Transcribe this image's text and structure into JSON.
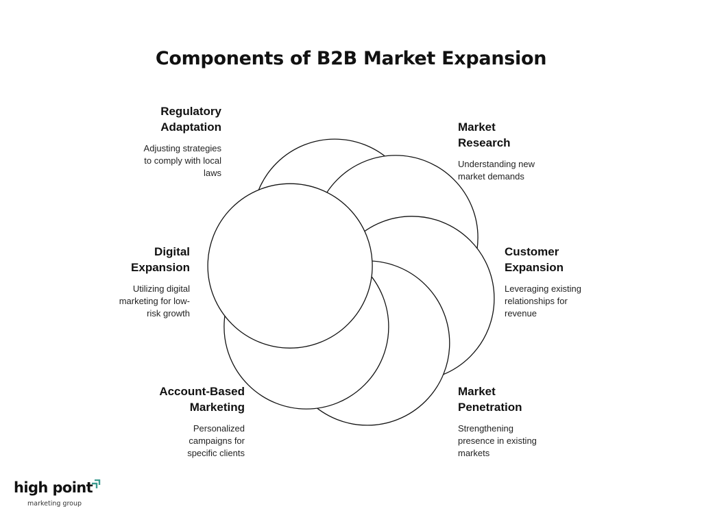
{
  "title": "Components of B2B Market Expansion",
  "components": [
    {
      "heading": "Regulatory\nAdaptation",
      "description": "Adjusting strategies\nto comply with local\nlaws"
    },
    {
      "heading": "Market\nResearch",
      "description": "Understanding new\nmarket demands"
    },
    {
      "heading": "Customer\nExpansion",
      "description": "Leveraging existing\nrelationships for\nrevenue"
    },
    {
      "heading": "Market\nPenetration",
      "description": "Strengthening\npresence in existing\nmarkets"
    },
    {
      "heading": "Account-Based\nMarketing",
      "description": "Personalized\ncampaigns for\nspecific clients"
    },
    {
      "heading": "Digital\nExpansion",
      "description": "Utilizing digital\nmarketing for low-\nrisk growth"
    }
  ],
  "logo": {
    "brand": "high point",
    "tagline": "marketing group",
    "accent_color": "#3a9a8f"
  },
  "colors": {
    "stroke": "#111111",
    "fill": "#ffffff"
  }
}
